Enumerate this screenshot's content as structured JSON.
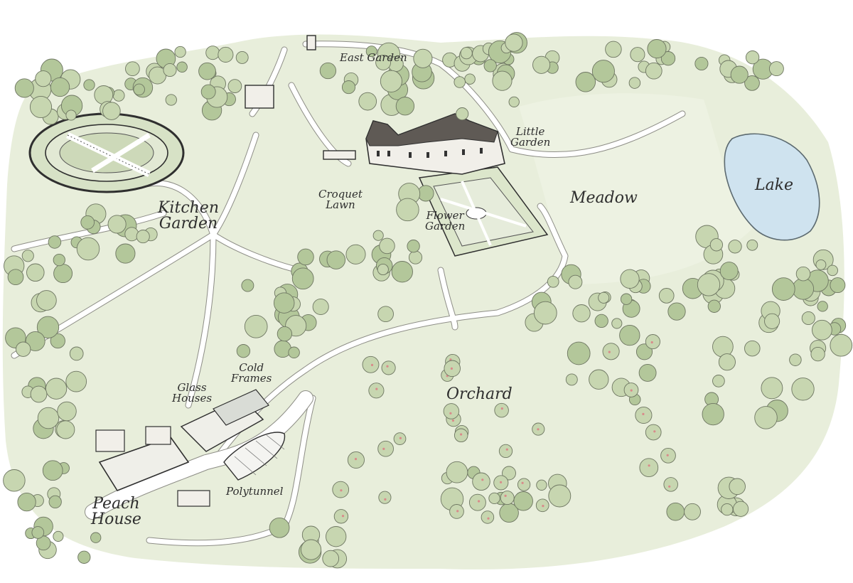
{
  "map": {
    "colors": {
      "grass": "#e8eedb",
      "grass_dark": "#dfe7cf",
      "path": "#ffffff",
      "path_edge": "#8d8d86",
      "tree_fill": "#c7d6b0",
      "tree_fill_dark": "#b3c79a",
      "tree_edge": "#6e7662",
      "water": "#cfe3ef",
      "water_edge": "#5c6a70",
      "building": "#f1efe9",
      "roof": "#5f5a55",
      "wall": "#2f2f2f",
      "ink": "#2e2e2e"
    },
    "labels": {
      "east_garden": "East Garden",
      "little_garden": "Little\nGarden",
      "kitchen_garden": "Kitchen\nGarden",
      "croquet_lawn": "Croquet\nLawn",
      "flower_garden": "Flower\nGarden",
      "meadow": "Meadow",
      "lake": "Lake",
      "orchard": "Orchard",
      "cold_frames": "Cold\nFrames",
      "glass_houses": "Glass\nHouses",
      "polytunnel": "Polytunnel",
      "peach_house": "Peach\nHouse"
    }
  }
}
